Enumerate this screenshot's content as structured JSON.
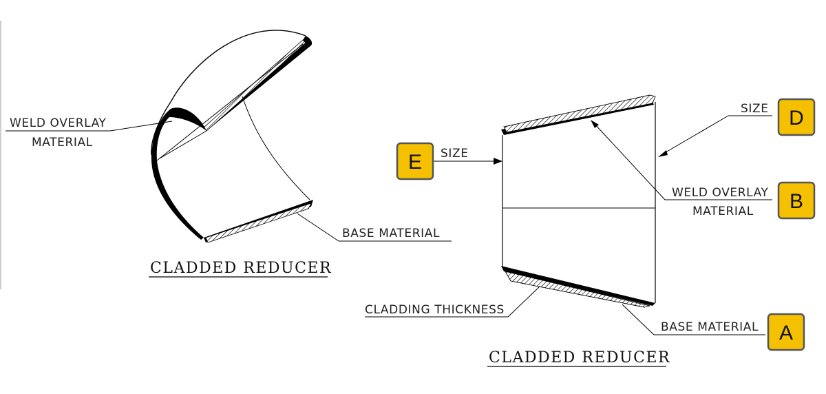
{
  "colors": {
    "tag_fill": "#F5C000",
    "tag_border": "#555555",
    "ink": "#000000"
  },
  "left_diagram": {
    "title": "CLADDED REDUCER",
    "labels": {
      "weld_overlay_line1": "WELD OVERLAY",
      "weld_overlay_line2": "MATERIAL",
      "base_material": "BASE MATERIAL"
    }
  },
  "right_diagram": {
    "title": "CLADDED REDUCER",
    "labels": {
      "size_top": "SIZE",
      "size_left": "SIZE",
      "weld_overlay_line1": "WELD OVERLAY",
      "weld_overlay_line2": "MATERIAL",
      "cladding_thickness": "CLADDING THICKNESS",
      "base_material": "BASE MATERIAL"
    },
    "tags": {
      "a": "A",
      "b": "B",
      "d": "D",
      "e": "E"
    }
  }
}
